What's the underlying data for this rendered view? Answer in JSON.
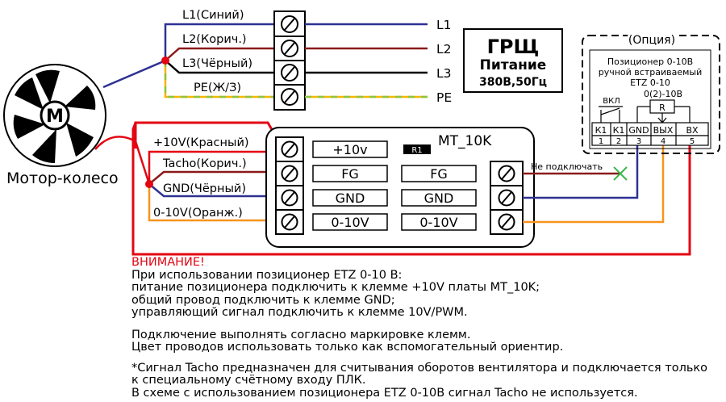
{
  "motor": {
    "label": "M",
    "caption": "Мотор-колесо"
  },
  "supply_wires": [
    "L1(Синий)",
    "L2(Корич.)",
    "L3(Чёрный)",
    "PE(Ж/З)"
  ],
  "supply_outputs": [
    "L1",
    "L2",
    "L3",
    "PE"
  ],
  "grsch": {
    "title": "ГРЩ",
    "subtitle": "Питание",
    "voltage": "380В,50Гц"
  },
  "board": {
    "title": "MT_10K",
    "component": "R1",
    "left_wires": [
      "+10V(Красный)",
      "Tacho(Корич.)",
      "GND(Чёрный)",
      "0-10V(Оранж.)"
    ],
    "labels_left": [
      "+10v",
      "FG",
      "GND",
      "0-10V"
    ],
    "labels_right": [
      "FG",
      "GND",
      "0-10V"
    ],
    "not_connected": "Не подключать"
  },
  "option": {
    "title": "(Опция)",
    "line1": "Позиционер 0-10В",
    "line2": "ручной встраиваемый",
    "line3": "ETZ 0-10",
    "switch_label": "ВКЛ",
    "range_label": "0(2)-10В",
    "resistor_label": "R",
    "terminals": [
      "К1",
      "К1",
      "GND",
      "ВЫХ",
      "ВХ"
    ],
    "numbers": [
      "1",
      "2",
      "3",
      "4",
      "5"
    ]
  },
  "colors": {
    "blue": "#2e3192",
    "brown": "#8b1a1a",
    "black": "#000000",
    "pe_yellow": "#f7b500",
    "pe_green": "#8cc63f",
    "red": "#e30613",
    "orange": "#f7941d"
  },
  "notes": {
    "warning": "ВНИМАНИЕ!",
    "lines": [
      "При использовании позиционер ETZ 0-10 В:",
      "питание позиционера подключить к клемме +10V платы MT_10K;",
      "общий провод подключить к клемме GND;",
      "управляющий сигнал подключить к клемме 10V/PWM."
    ],
    "lines2": [
      "Подключение выполнять согласно маркировке клемм.",
      "Цвет проводов использовать только как вспомогательный ориентир."
    ],
    "lines3": [
      "*Сигнал Tacho предназначен для считывания оборотов вентилятора и подключается только",
      "к специальному счётному входу ПЛК.",
      "В схеме с использованием позиционера ETZ 0-10B  сигнал Tacho не используется."
    ]
  }
}
